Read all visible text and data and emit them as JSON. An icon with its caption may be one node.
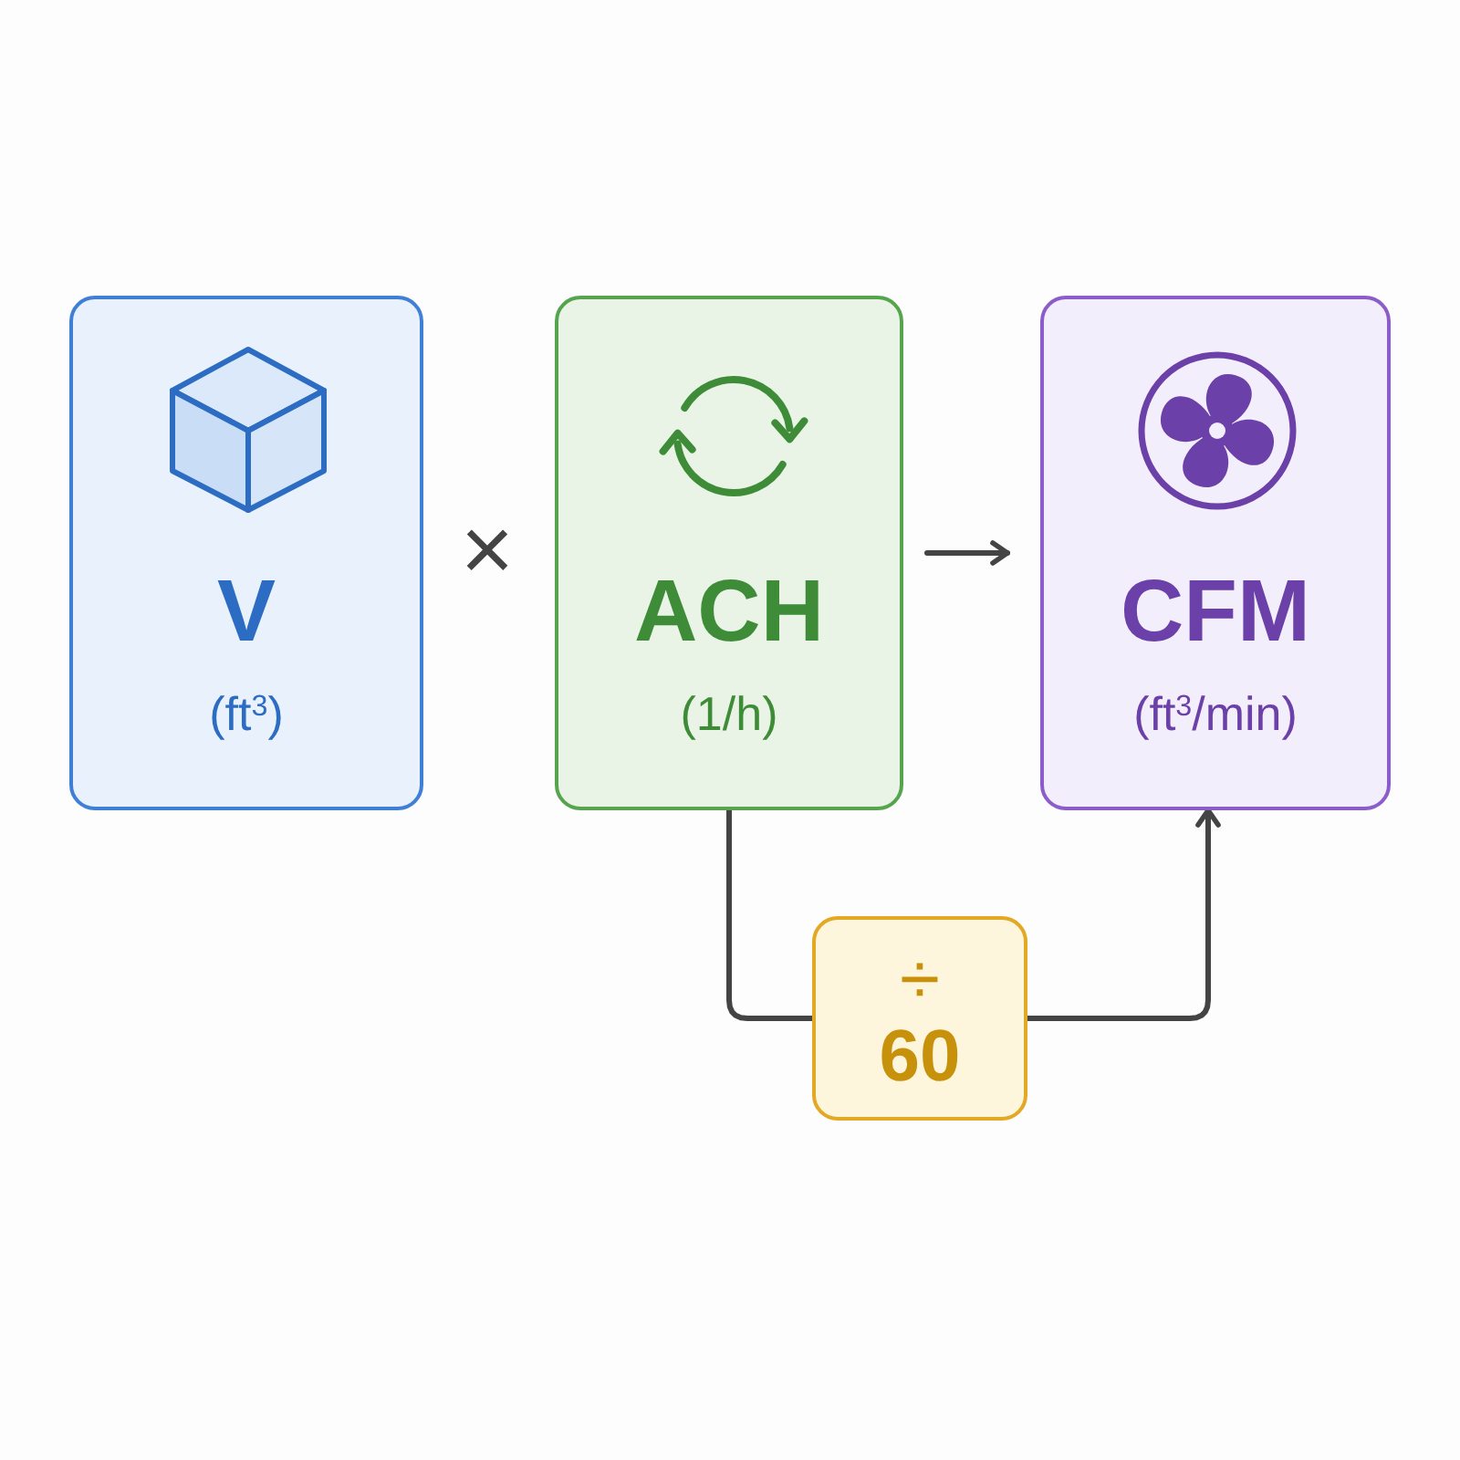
{
  "diagram": {
    "nodes": [
      {
        "text": [
          "V",
          "(ft$^{3}$)"
        ]
      },
      {
        "text": [
          "ACH",
          "(1/h)"
        ]
      },
      {
        "text": [
          "CFM",
          "(ft$^{3}$/min)"
        ]
      },
      {
        "text": [
          "÷",
          "60"
        ]
      }
    ],
    "edges": [
      {
        "from": 1,
        "to": 2,
        "arrow": "to"
      },
      {
        "from": 1,
        "to": 3,
        "arrow": "none"
      },
      {
        "from": 3,
        "to": 2,
        "arrow": "to"
      }
    ],
    "labels": [
      "×"
    ]
  }
}
